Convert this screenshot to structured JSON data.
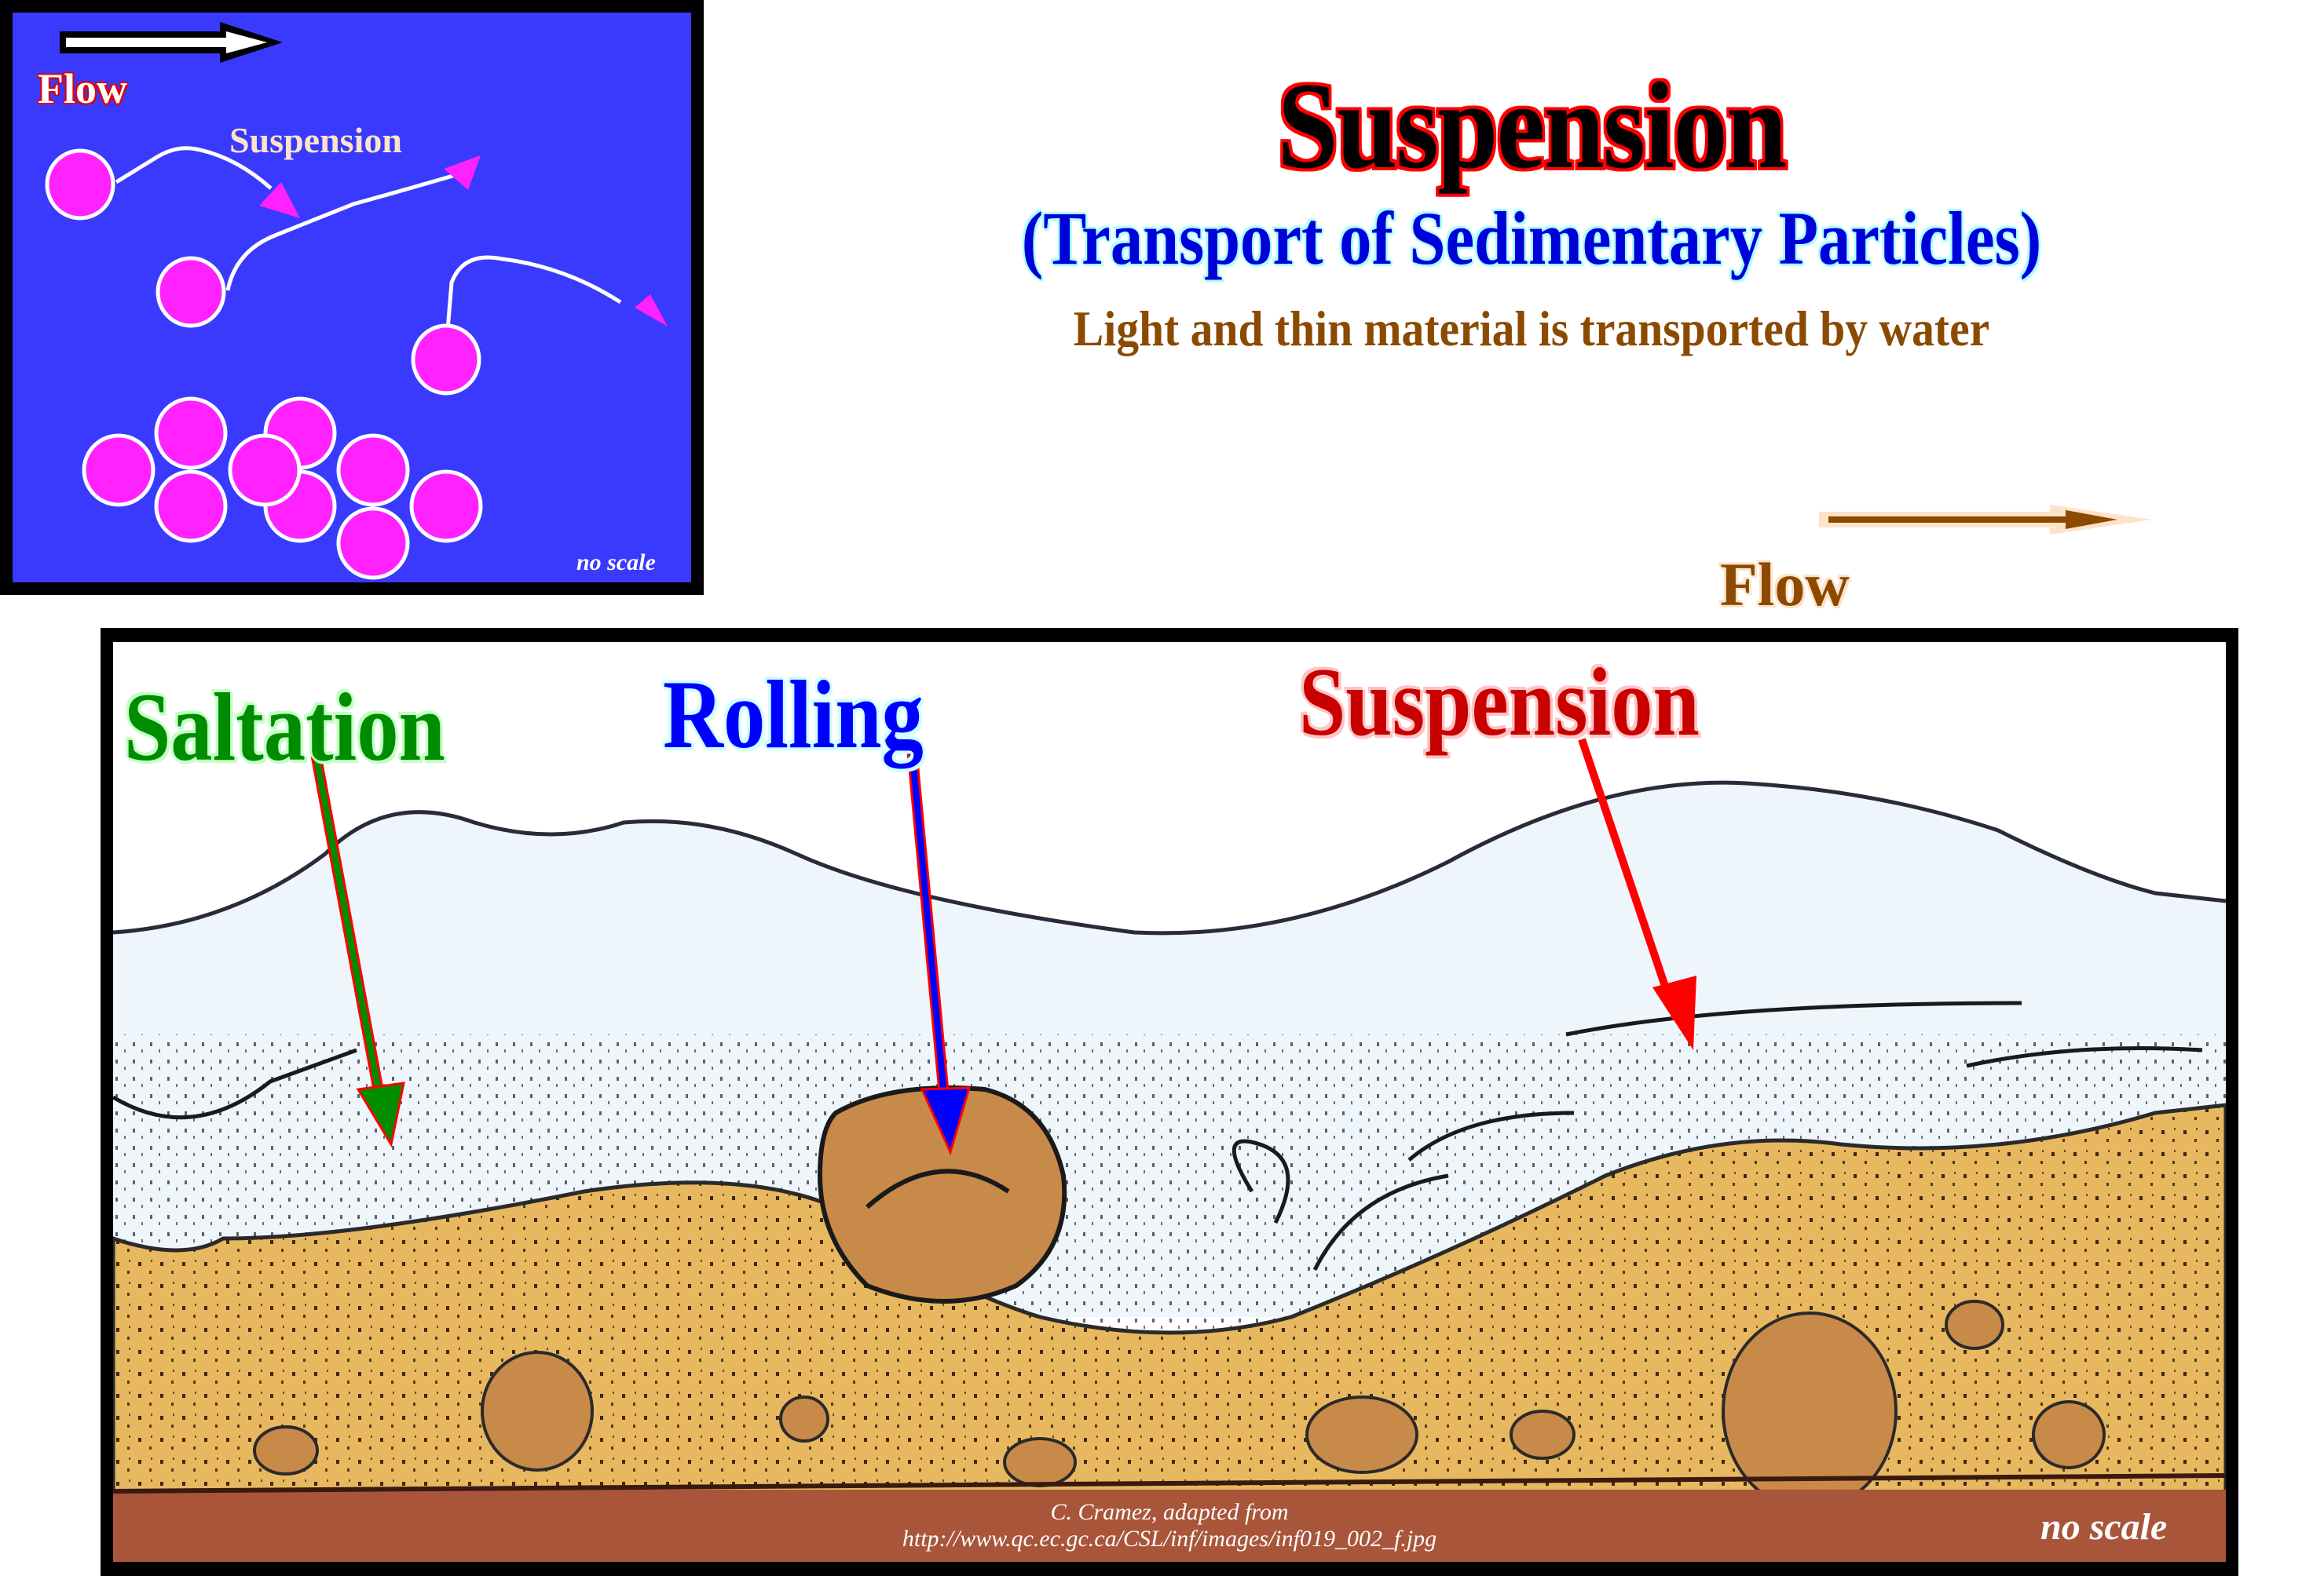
{
  "title": {
    "main": "Suspension",
    "subtitle": "(Transport of Sedimentary Particles)",
    "description": "Light and thin material is transported by water"
  },
  "inset": {
    "flow_label": "Flow",
    "suspension_label": "Suspension",
    "scale_note": "no scale",
    "icons": [
      "flow-arrow-icon",
      "particle-icon",
      "trajectory-arrow-icon"
    ],
    "colors": {
      "background": "#3a3aff",
      "particle": "#ff22ff",
      "trajectory": "#ffffff"
    }
  },
  "flow_indicator": {
    "label": "Flow",
    "icon": "flow-arrow-icon",
    "color": "#8b4a00"
  },
  "diagram": {
    "labels": {
      "saltation": "Saltation",
      "rolling": "Rolling",
      "suspension": "Suspension"
    },
    "label_colors": {
      "saltation": "#008c00",
      "rolling": "#0000ff",
      "suspension": "#c80000"
    },
    "layers": [
      "water",
      "suspended load",
      "sand bed",
      "pebbles",
      "bedrock"
    ],
    "layer_colors": {
      "water": "#ffffff",
      "suspended": "#e6f0f8",
      "sand": "#e8b860",
      "pebble": "#c88a48",
      "bedrock": "#a8553a"
    },
    "credit_line1": "C. Cramez, adapted from",
    "credit_line2": "http://www.qc.ec.gc.ca/CSL/inf/images/inf019_002_f.jpg",
    "scale_note": "no scale"
  }
}
